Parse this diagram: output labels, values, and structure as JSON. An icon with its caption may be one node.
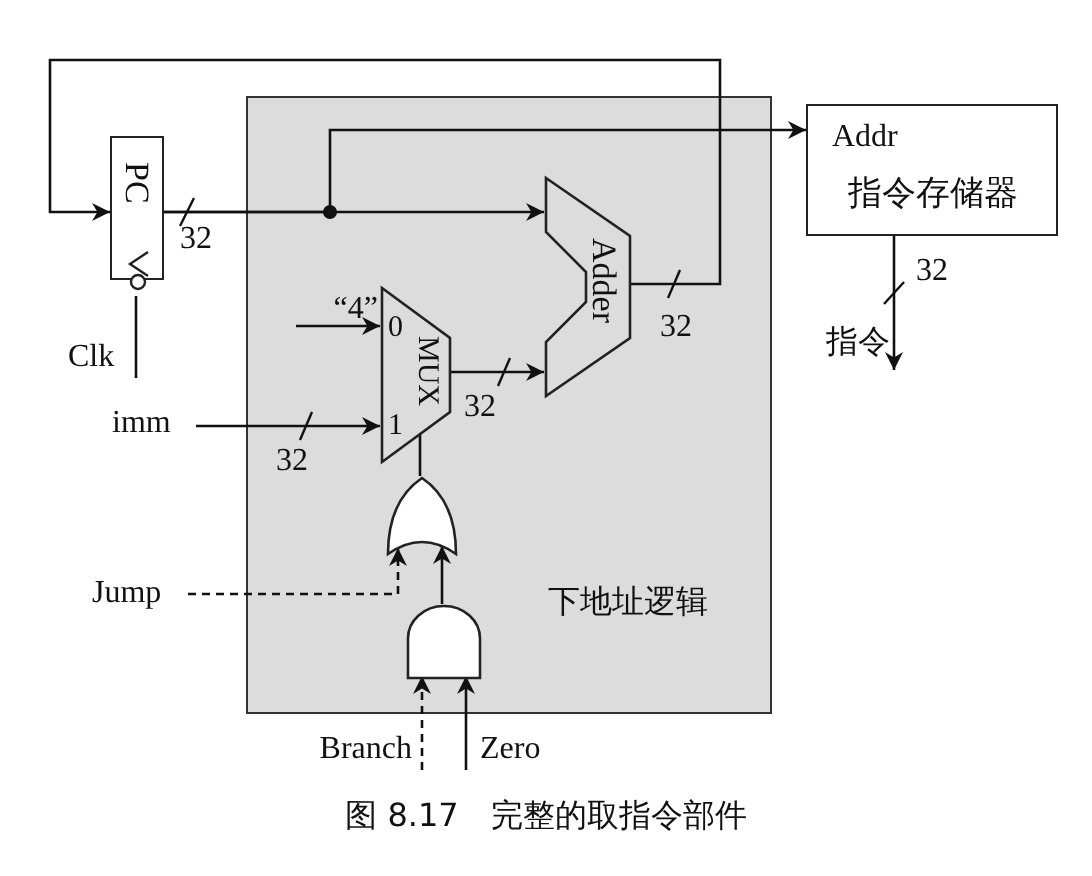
{
  "diagram": {
    "caption": "图 8.17　完整的取指令部件",
    "nodes": [
      {
        "text": [
          "下地址逻辑"
        ]
      },
      {
        "text": [
          "PC"
        ]
      },
      {
        "text": [
          "Adder"
        ],
        "in": 0
      },
      {
        "text": [
          "0",
          "MUX",
          "1"
        ],
        "in": 0
      },
      {
        "text": [],
        "shape": "gate",
        "in": 0
      },
      {
        "text": [],
        "shape": "gate",
        "in": 0
      },
      {
        "text": [
          "Addr",
          "指令存储器"
        ]
      },
      {
        "text": [
          "“4”"
        ],
        "in": 0
      },
      {
        "text": [
          "imm"
        ]
      },
      {
        "text": [
          "Jump"
        ]
      },
      {
        "text": [
          "Branch"
        ]
      },
      {
        "text": [
          "Zero"
        ]
      },
      {
        "text": [
          "Clk"
        ]
      },
      {
        "text": [
          "指令"
        ]
      }
    ],
    "edges": [
      {
        "from": 1,
        "to": 2,
        "arrow": "to"
      },
      {
        "from": 1,
        "to": 6,
        "arrow": "to"
      },
      {
        "from": 2,
        "to": 1,
        "arrow": "to"
      },
      {
        "from": 7,
        "to": 3,
        "arrow": "to"
      },
      {
        "from": 8,
        "to": 3,
        "arrow": "to"
      },
      {
        "from": 3,
        "to": 2,
        "arrow": "to"
      },
      {
        "from": 4,
        "to": 3,
        "arrow": "none"
      },
      {
        "from": 9,
        "to": 4,
        "arrow": "to",
        "style": "dashed"
      },
      {
        "from": 5,
        "to": 4,
        "arrow": "to"
      },
      {
        "from": 10,
        "to": 5,
        "arrow": "to",
        "style": "dashed"
      },
      {
        "from": 11,
        "to": 5,
        "arrow": "to"
      },
      {
        "from": 12,
        "to": 1,
        "arrow": "none"
      },
      {
        "from": 6,
        "to": 13,
        "arrow": "to"
      }
    ],
    "labels": [
      "32",
      "32",
      "32",
      "32",
      "32"
    ]
  }
}
